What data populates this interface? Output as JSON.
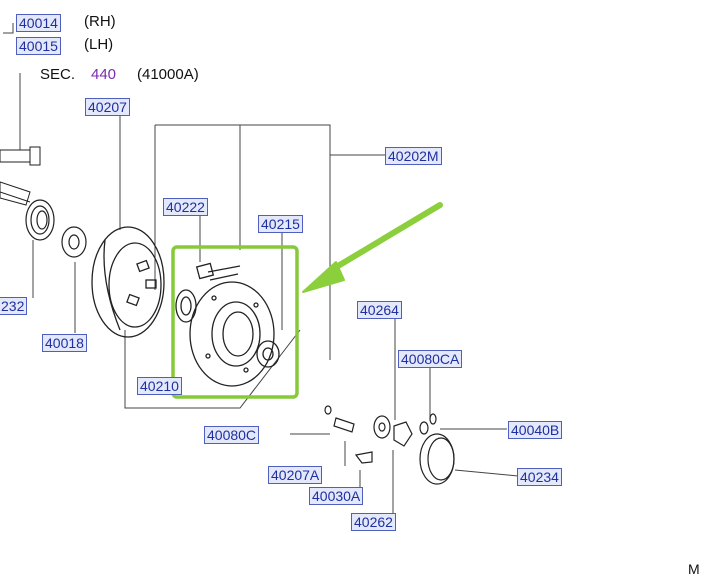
{
  "legend": {
    "rh_part": "40014",
    "rh_text": "(RH)",
    "lh_part": "40015",
    "lh_text": "(LH)"
  },
  "section_ref": {
    "prefix": "SEC.",
    "number": "440",
    "code": "(41000A)"
  },
  "part_labels": {
    "p40207": "40207",
    "p40202M": "40202M",
    "p40222": "40222",
    "p40215": "40215",
    "p232": "232",
    "p40018": "40018",
    "p40210": "40210",
    "p40264": "40264",
    "p40080CA": "40080CA",
    "p40080C": "40080C",
    "p40040B": "40040B",
    "p40207A": "40207A",
    "p40234": "40234",
    "p40030A": "40030A",
    "p40262": "40262"
  },
  "corner_mark": "M",
  "colors": {
    "highlight_box": "#86c93a",
    "arrow": "#8ccf3c",
    "label_border": "#4f5fc0",
    "label_fill": "#e4e8fb",
    "section_link": "#7a2bb0"
  }
}
